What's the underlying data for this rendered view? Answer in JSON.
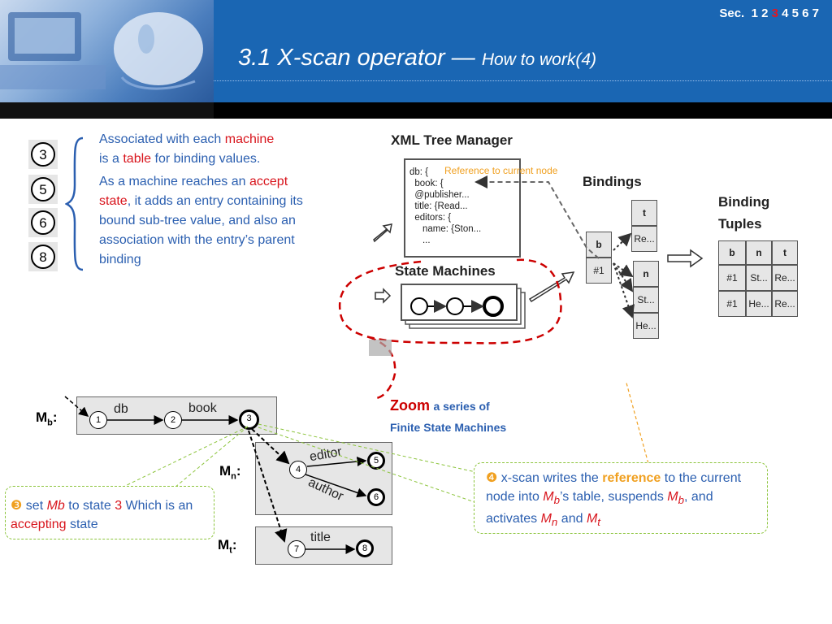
{
  "header": {
    "sec_label": "Sec.",
    "sections": [
      "1",
      "2",
      "3",
      "4",
      "5",
      "6",
      "7"
    ],
    "current_section": "3",
    "title_main": "3.1 X-scan operator —",
    "title_sub": "How to work(4)"
  },
  "left_list": {
    "numbers": [
      "3",
      "5",
      "6",
      "8"
    ],
    "para1": [
      "Associated with each ",
      "machine",
      " is a ",
      "table",
      " for binding values."
    ],
    "para2": [
      "As a machine reaches an ",
      "accept state",
      ", it adds an entry containing its bound sub-tree value, and also an association with the entry’s parent binding"
    ]
  },
  "diagram": {
    "xml_tree_manager": "XML Tree Manager",
    "code_lines": [
      "db: {",
      "  book: {",
      "  @publisher...",
      "  title: {Read...",
      "  editors: {",
      "     name: {Ston...",
      "     ..."
    ],
    "reference_label": "Reference to current node",
    "bindings": "Bindings",
    "binding_tuples_1": "Binding",
    "binding_tuples_2": "Tuples",
    "state_machines": "State Machines",
    "b_table": {
      "header": "b",
      "cell": "#1"
    },
    "t_table": {
      "header": "t",
      "cell": "Re..."
    },
    "n_table": {
      "header": "n",
      "cells": [
        "St...",
        "He..."
      ]
    },
    "tuples": {
      "headers": [
        "b",
        "n",
        "t"
      ],
      "rows": [
        [
          "#1",
          "St...",
          "Re..."
        ],
        [
          "#1",
          "He...",
          "Re..."
        ]
      ]
    }
  },
  "zoom": {
    "word": "Zoom",
    "rest": "a series of",
    "line2": "Finite State Machines"
  },
  "machines": {
    "mb": {
      "label": "M",
      "sub": "b",
      "colon": ":",
      "nodes": [
        "1",
        "2",
        "3"
      ],
      "edges": [
        "db",
        "book"
      ]
    },
    "mn": {
      "label": "M",
      "sub": "n",
      "colon": ":",
      "nodes": [
        "4",
        "5",
        "6"
      ],
      "edges": [
        "editor",
        "author"
      ]
    },
    "mt": {
      "label": "M",
      "sub": "t",
      "colon": ":",
      "nodes": [
        "7",
        "8"
      ],
      "edges": [
        "title"
      ]
    }
  },
  "callout3": {
    "bullet": "❸",
    "t1": " set ",
    "mb": "Mb",
    "t2": " to state ",
    "three": "3",
    "t3": " Which is an ",
    "accepting": "accepting",
    "t4": " state"
  },
  "callout4": {
    "bullet": "❹",
    "t1": " x-scan writes the ",
    "reference": "reference",
    "t2": " to the current node into ",
    "m": "M",
    "b": "b",
    "t3": "’s table, suspends ",
    "m2": "M",
    "b2": "b",
    "t4": ", and activates ",
    "m3": "M",
    "n": "n",
    "and": " and ",
    "m4": "M",
    "t": "t"
  },
  "colors": {
    "header_blue": "#1a66b3",
    "text_blue": "#2b5fb0",
    "accent_red": "#d8141c",
    "orange": "#f0a020",
    "callout_green": "#8cc43c",
    "zoom_red": "#cc0000"
  }
}
